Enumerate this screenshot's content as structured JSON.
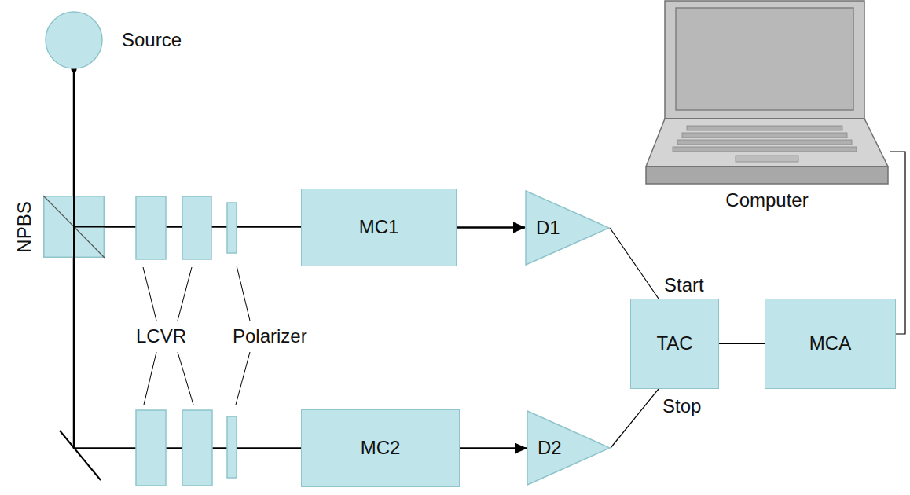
{
  "diagram": {
    "nodes": [
      {
        "text": [
          "Source"
        ]
      },
      {
        "text": [
          "NPBS"
        ]
      },
      {
        "text": [
          "MC1"
        ]
      },
      {
        "text": [
          "D1"
        ]
      },
      {
        "text": [
          "MC2"
        ]
      },
      {
        "text": [
          "D2"
        ]
      },
      {
        "text": [
          "TAC"
        ]
      },
      {
        "text": [
          "MCA"
        ]
      },
      {
        "text": [
          "Computer"
        ]
      }
    ],
    "edges": [
      {
        "from": 0,
        "to": 1,
        "arrow": "none"
      },
      {
        "from": 1,
        "to": 2,
        "arrow": "none"
      },
      {
        "from": 1,
        "to": 4,
        "arrow": "none"
      },
      {
        "from": 2,
        "to": 3,
        "arrow": "to"
      },
      {
        "from": 4,
        "to": 5,
        "arrow": "to"
      },
      {
        "from": 3,
        "to": 6,
        "label": "Start",
        "arrow": "none"
      },
      {
        "from": 5,
        "to": 6,
        "label": "Stop",
        "arrow": "none"
      },
      {
        "from": 6,
        "to": 7,
        "arrow": "none"
      },
      {
        "from": 7,
        "to": 8,
        "arrow": "none"
      }
    ],
    "labels": [
      "LCVR",
      "Polarizer"
    ]
  }
}
